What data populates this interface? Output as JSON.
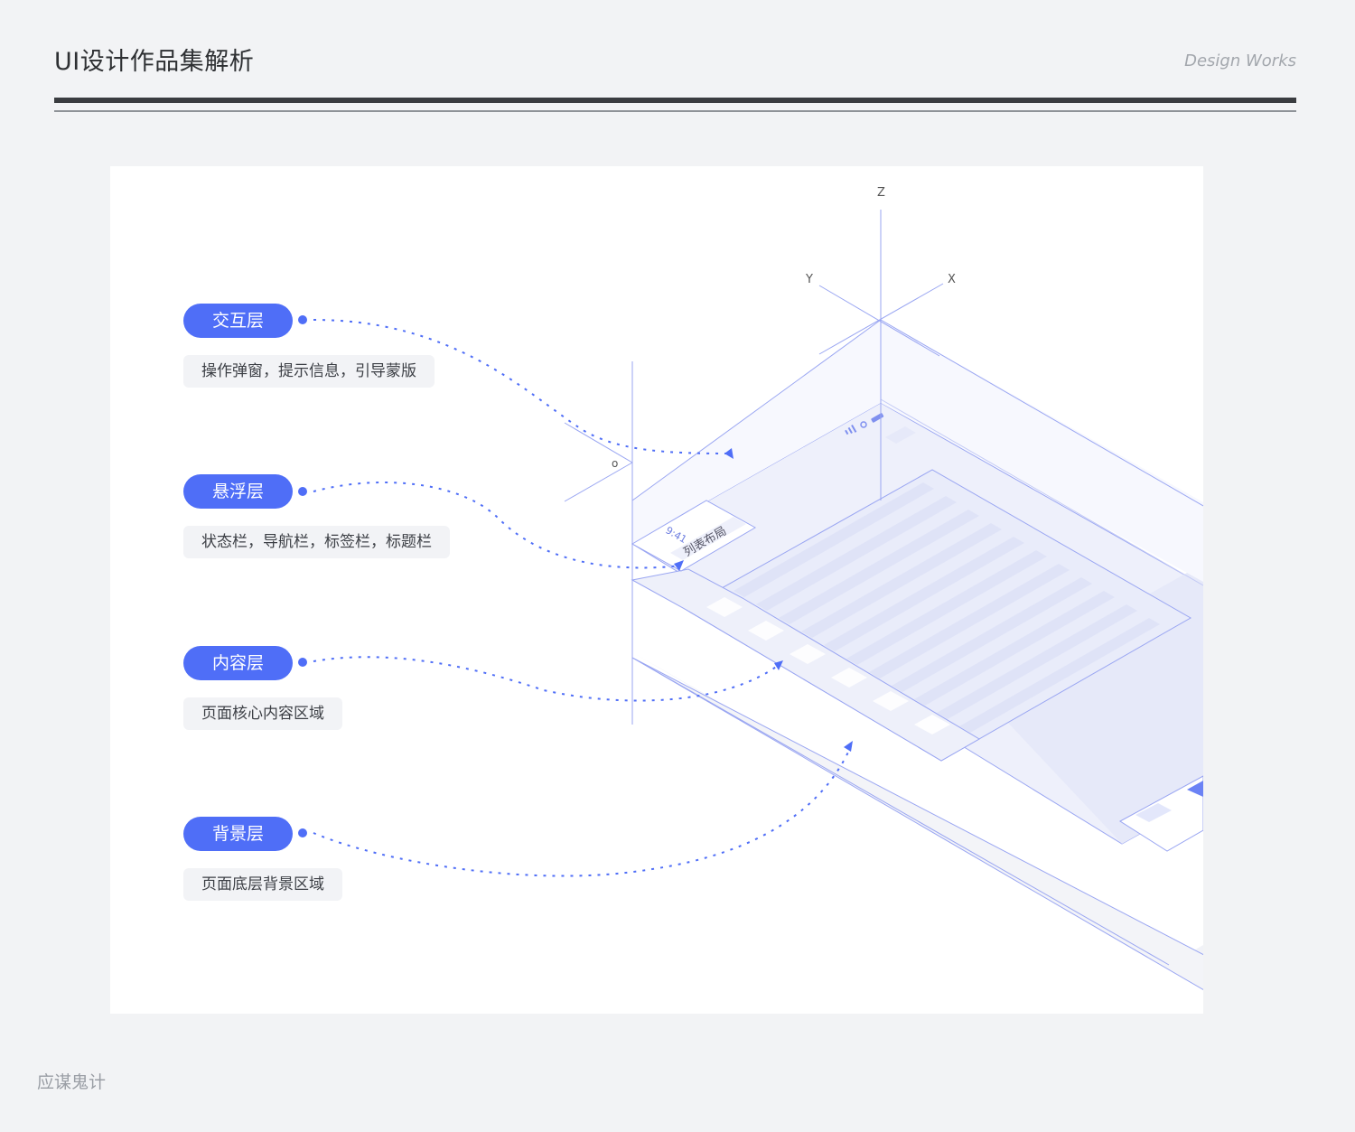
{
  "header": {
    "title": "UI设计作品集解析",
    "subtitle": "Design Works"
  },
  "layers": [
    {
      "name": "交互层",
      "desc": "操作弹窗，提示信息，引导蒙版"
    },
    {
      "name": "悬浮层",
      "desc": "状态栏，导航栏，标签栏，标题栏"
    },
    {
      "name": "内容层",
      "desc": "页面核心内容区域"
    },
    {
      "name": "背景层",
      "desc": "页面底层背景区域"
    }
  ],
  "axes": {
    "z": "Z",
    "x": "X",
    "y": "Y",
    "origin": "o"
  },
  "phone": {
    "time": "9:41",
    "screen_title": "列表布局"
  },
  "colors": {
    "accent": "#4f6ef7",
    "line": "#9aa6f2",
    "plane": "#eef0fb"
  },
  "footer": {
    "author": "应谋鬼计"
  }
}
